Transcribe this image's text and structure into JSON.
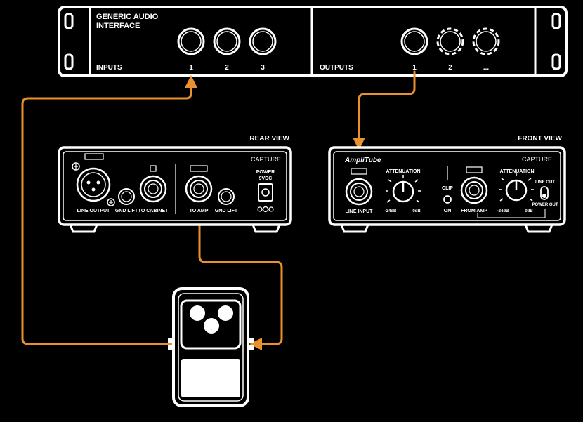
{
  "interface": {
    "title_line1": "GENERIC AUDIO",
    "title_line2": "INTERFACE",
    "inputs_label": "INPUTS",
    "outputs_label": "OUTPUTS",
    "input_numbers": [
      "1",
      "2",
      "3"
    ],
    "output_numbers": [
      "1",
      "2",
      "..."
    ]
  },
  "rear_unit": {
    "view_label": "REAR VIEW",
    "brand_label": "CAPTURE",
    "line_output": "LINE OUTPUT",
    "gnd_lift_1": "GND LIFT",
    "to_cabinet": "TO CABINET",
    "to_amp": "TO AMP",
    "gnd_lift_2": "GND LIFT",
    "power_line1": "POWER",
    "power_line2": "9VDC"
  },
  "front_unit": {
    "view_label": "FRONT VIEW",
    "brand_label": "CAPTURE",
    "logo_text": "AmpliTube",
    "line_input": "LINE INPUT",
    "attenuation_1": "ATTENUATION",
    "min_1": "-24dB",
    "max_1": "0dB",
    "clip": "CLIP",
    "on": "ON",
    "from_amp": "FROM AMP",
    "attenuation_2": "ATTENUATION",
    "min_2": "-24dB",
    "max_2": "0dB",
    "line_out": "LINE OUT",
    "power_out": "POWER OUT"
  },
  "colors": {
    "cable": "#e8912d",
    "outline": "#ffffff",
    "background": "#000000"
  }
}
